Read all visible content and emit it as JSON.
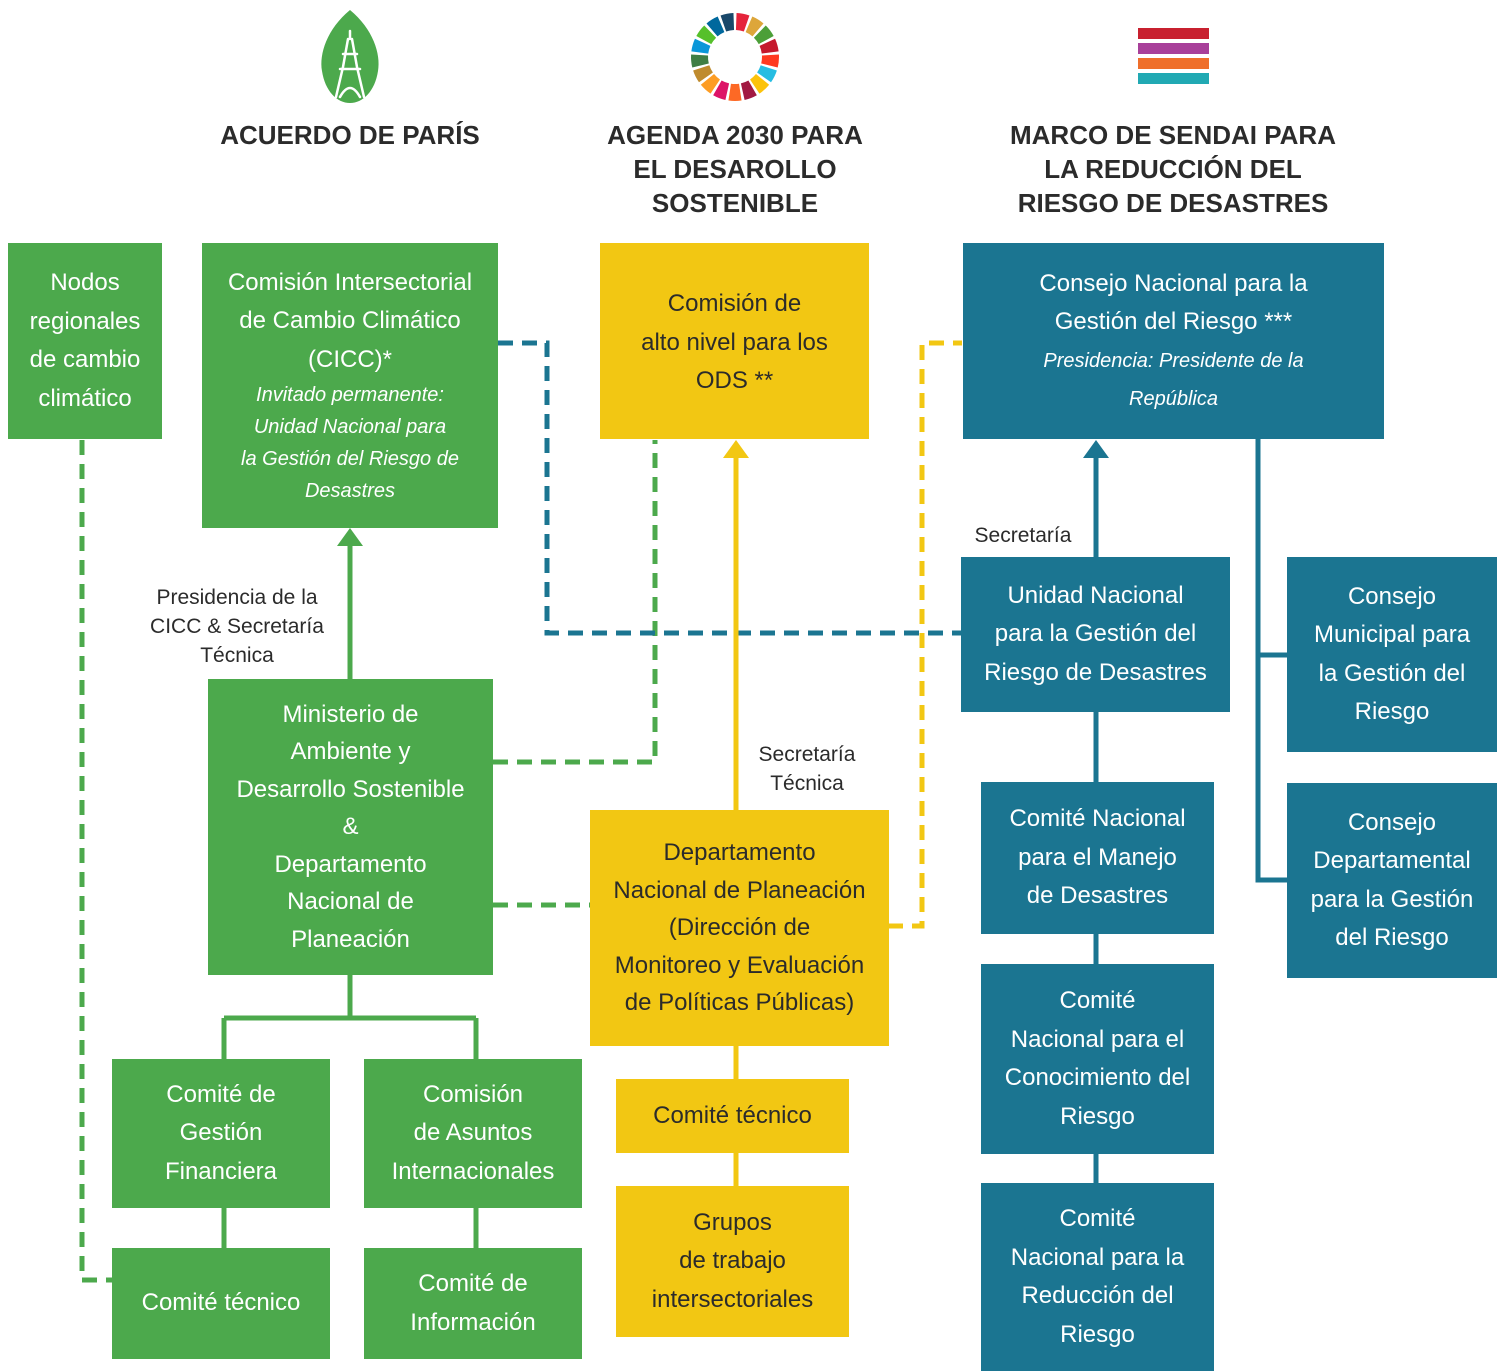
{
  "colors": {
    "green": "#4ca94c",
    "yellow": "#f2c713",
    "teal": "#1b7591"
  },
  "headers": {
    "paris": "ACUERDO DE PARÍS",
    "agenda": "AGENDA 2030 PARA\nEL DESAROLLO\nSOSTENIBLE",
    "sendai": "MARCO DE SENDAI PARA\nLA REDUCCIÓN DEL\nRIESGO DE DESASTRES"
  },
  "icons": {
    "paris": "eiffel-leaf-icon",
    "agenda": "sdg-wheel-icon",
    "sendai": "stripes-icon"
  },
  "boxes": {
    "nodos": "Nodos\nregionales\nde cambio\nclimático",
    "cicc": "Comisión Intersectorial\nde Cambio Climático\n(CICC)*",
    "cicc_sub": "Invitado permanente:\nUnidad Nacional para\nla Gestión del Riesgo de\nDesastres",
    "ods": "Comisión de\nalto nivel para los\nODS **",
    "consejo_nacional": "Consejo Nacional para la\nGestión del Riesgo ***",
    "consejo_nacional_sub": "Presidencia: Presidente de la\nRepública",
    "ministerio": "Ministerio de\nAmbiente y\nDesarrollo Sostenible\n&\nDepartamento\nNacional de\nPlaneación",
    "dnp": "Departamento\nNacional de Planeación\n(Dirección de\nMonitoreo y Evaluación\nde Políticas Públicas)",
    "ungrd": "Unidad Nacional\npara la Gestión del\nRiesgo de Desastres",
    "consejo_municipal": "Consejo\nMunicipal para\nla Gestión del\nRiesgo",
    "consejo_departamental": "Consejo\nDepartamental\npara la Gestión\ndel Riesgo",
    "comite_gestion_financiera": "Comité de\nGestión\nFinanciera",
    "comision_asuntos": "Comisión\nde Asuntos\nInternacionales",
    "comite_tecnico_green": "Comité técnico",
    "comite_informacion": "Comité de\nInformación",
    "comite_tecnico_yellow": "Comité técnico",
    "grupos_trabajo": "Grupos\nde trabajo\nintersectoriales",
    "comite_manejo": "Comité Nacional\npara el Manejo\nde Desastres",
    "comite_conocimiento": "Comité\nNacional para el\nConocimiento del\nRiesgo",
    "comite_reduccion": "Comité\nNacional para la\nReducción del\nRiesgo"
  },
  "labels": {
    "presidencia_cicc": "Presidencia de la\nCICC & Secretaría\nTécnica",
    "secretaria_tecnica": "Secretaría\nTécnica",
    "secretaria": "Secretaría"
  }
}
